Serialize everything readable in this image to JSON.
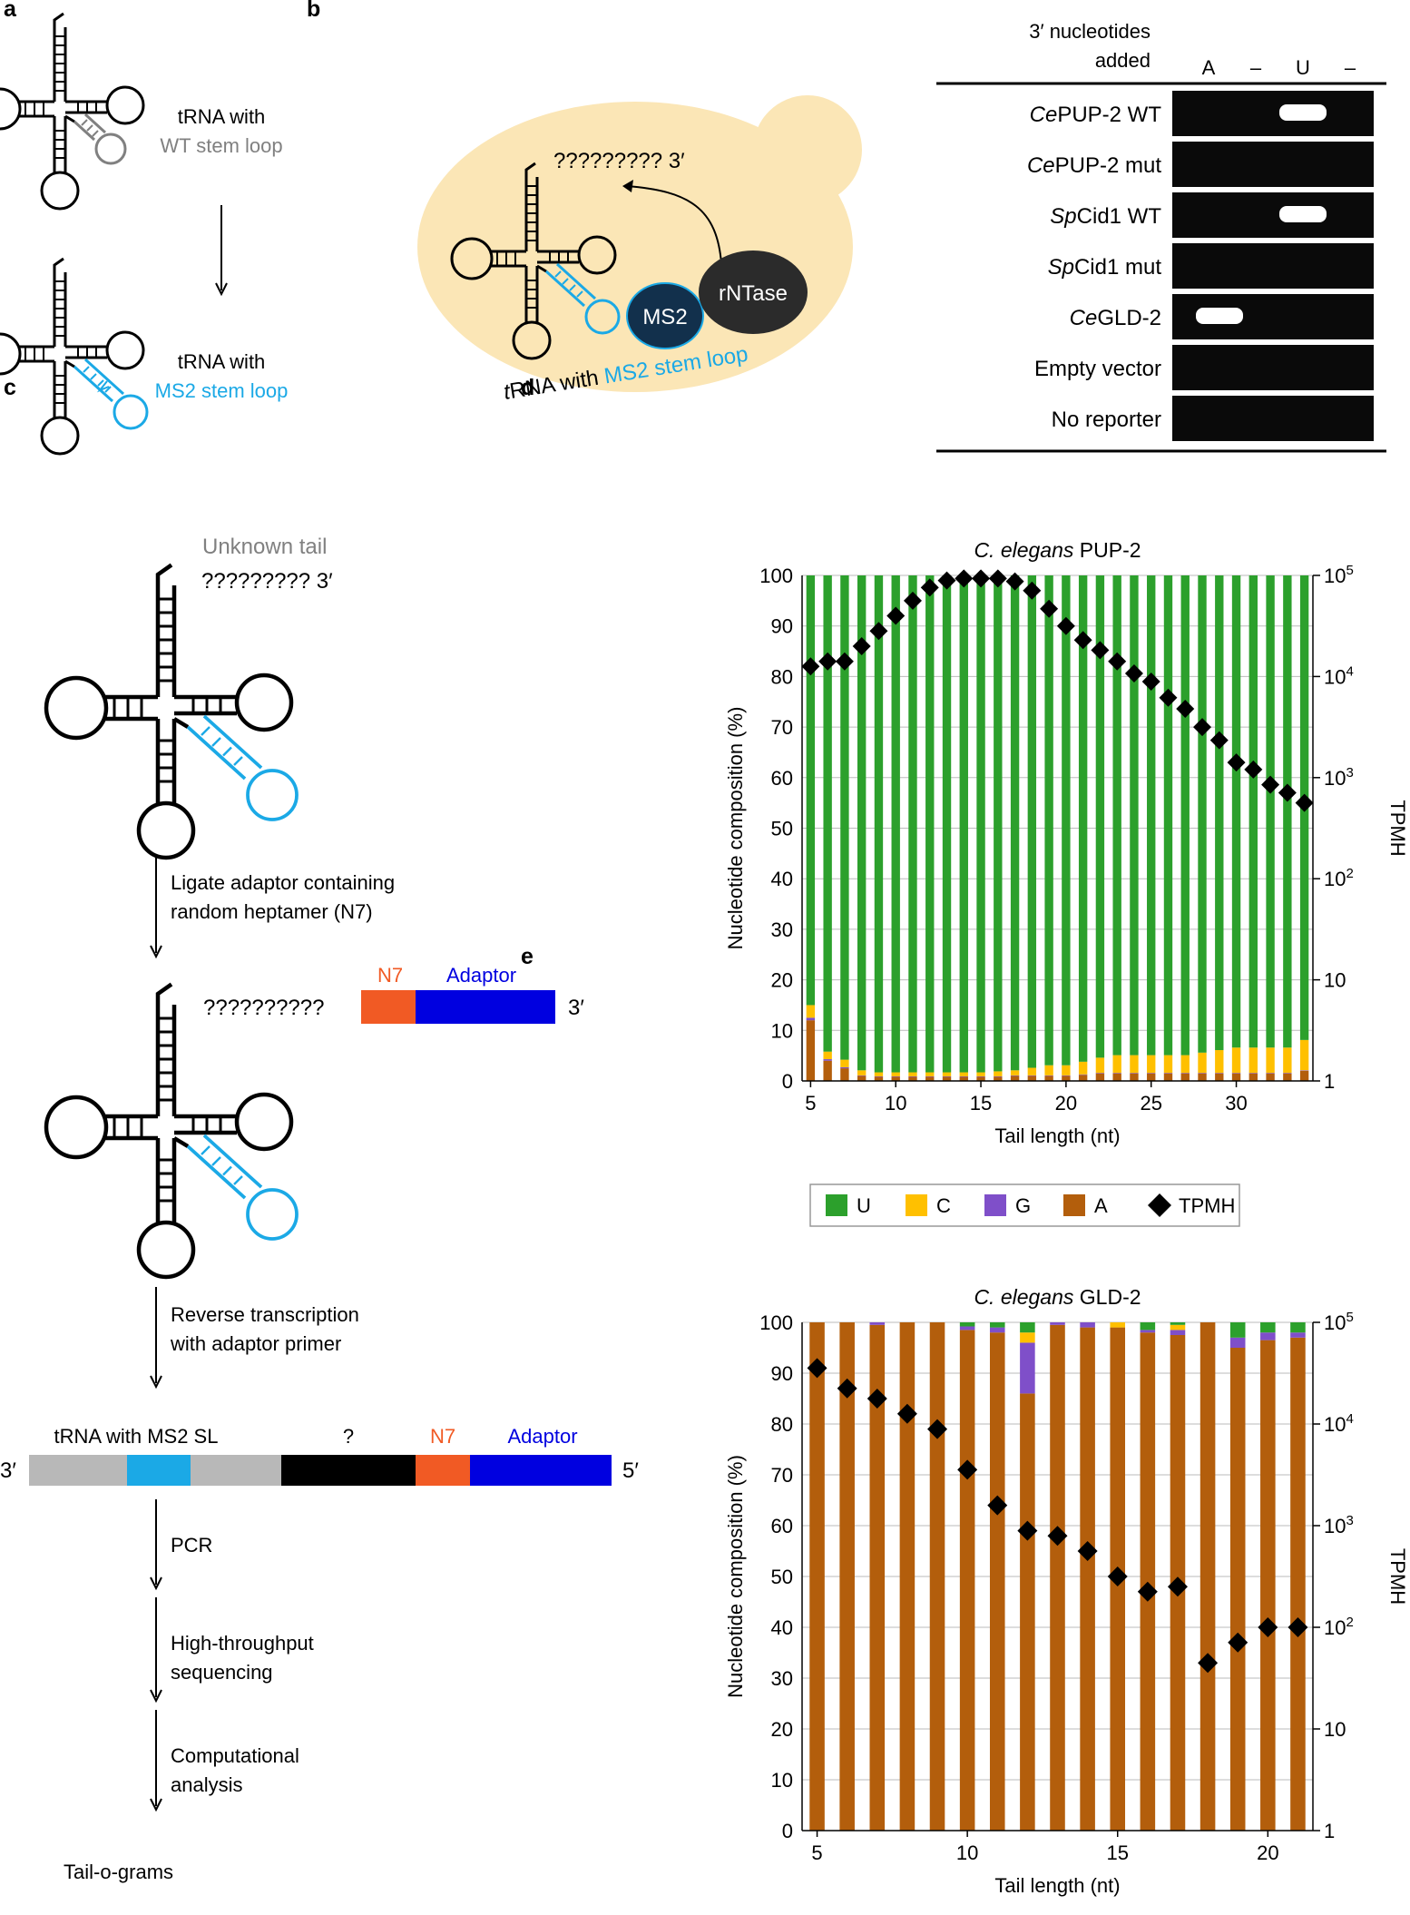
{
  "panels": {
    "a": "a",
    "b": "b",
    "c": "c",
    "d": "d",
    "e": "e"
  },
  "panel_a": {
    "top_label_1": "tRNA with",
    "top_label_2": "WT stem loop",
    "bottom_label_1": "tRNA with",
    "bottom_label_2": "MS2 stem loop"
  },
  "panel_b": {
    "tail_text": "????????? 3′",
    "ms2_label": "MS2",
    "enzyme_label": "rNTase",
    "trna_label_1": "tRNA with",
    "trna_label_2": "MS2 stem loop",
    "header_1": "3′ nucleotides",
    "header_2": "added",
    "columns": [
      "A",
      "–",
      "U",
      "–"
    ],
    "rows": [
      {
        "prefix": "Ce",
        "name": "PUP-2 WT",
        "band": 2
      },
      {
        "prefix": "Ce",
        "name": "PUP-2 mut",
        "band": -1
      },
      {
        "prefix": "Sp",
        "name": "Cid1 WT",
        "band": 2
      },
      {
        "prefix": "Sp",
        "name": "Cid1 mut",
        "band": -1
      },
      {
        "prefix": "Ce",
        "name": "GLD-2",
        "band": 0
      },
      {
        "prefix": "",
        "name": "Empty vector",
        "band": -1
      },
      {
        "prefix": "",
        "name": "No reporter",
        "band": -1
      }
    ]
  },
  "panel_c": {
    "unknown_tail": "Unknown tail",
    "tail_q": "????????? 3′",
    "step1_1": "Ligate adaptor containing",
    "step1_2": "random heptamer (N7)",
    "tail_q2": "??????????",
    "n7": "N7",
    "adaptor": "Adaptor",
    "three_prime": "3′",
    "step2_1": "Reverse transcription",
    "step2_2": "with adaptor primer",
    "bar_3p": "3′",
    "bar_5p": "5′",
    "bar_trna": "tRNA with MS2 SL",
    "bar_q": "?",
    "bar_n7": "N7",
    "bar_adaptor": "Adaptor",
    "step3": "PCR",
    "step4_1": "High-throughput",
    "step4_2": "sequencing",
    "step5_1": "Computational",
    "step5_2": "analysis",
    "final": "Tail-o-grams"
  },
  "colors": {
    "U": "#2ca02c",
    "C": "#ffc000",
    "G": "#7f4fc9",
    "A": "#b35e0c",
    "ms2": "#1ba9e6",
    "n7": "#f15a24",
    "adaptor": "#0000e0",
    "yeast": "#fbe6b6",
    "gray": "#808080"
  },
  "legend": [
    {
      "key": "U",
      "label": "U"
    },
    {
      "key": "C",
      "label": "C"
    },
    {
      "key": "G",
      "label": "G"
    },
    {
      "key": "A",
      "label": "A"
    },
    {
      "key": "TPMH",
      "label": "TPMH"
    }
  ],
  "chart_data": [
    {
      "type": "bar",
      "panel": "d",
      "title_italic": "C. elegans",
      "title_rest": " PUP-2",
      "xlabel": "Tail length (nt)",
      "ylabel": "Nucleotide composition (%)",
      "y2label": "TPMH",
      "ylim": [
        0,
        100
      ],
      "y2lim_log10": [
        0,
        5
      ],
      "yticks": [
        "0",
        "10",
        "20",
        "30",
        "40",
        "50",
        "60",
        "70",
        "80",
        "90",
        "100"
      ],
      "y2ticks": [
        "1",
        "10",
        "10^2",
        "10^3",
        "10^4",
        "10^5"
      ],
      "xticks": [
        5,
        10,
        15,
        20,
        25,
        30
      ],
      "x": [
        5,
        6,
        7,
        8,
        9,
        10,
        11,
        12,
        13,
        14,
        15,
        16,
        17,
        18,
        19,
        20,
        21,
        22,
        23,
        24,
        25,
        26,
        27,
        28,
        29,
        30,
        31,
        32,
        33,
        34
      ],
      "series": [
        {
          "name": "A",
          "values": [
            12,
            4,
            2.5,
            1,
            0.8,
            0.8,
            0.8,
            0.8,
            0.8,
            0.8,
            0.8,
            0.8,
            1,
            1,
            1,
            1,
            1.2,
            1.5,
            1.5,
            1.5,
            1.5,
            1.5,
            1.5,
            1.5,
            1.5,
            1.5,
            1.5,
            1.5,
            1.5,
            2
          ]
        },
        {
          "name": "G",
          "values": [
            0.5,
            0.3,
            0.2,
            0.1,
            0.1,
            0.1,
            0.1,
            0.1,
            0.1,
            0.1,
            0.1,
            0.1,
            0.1,
            0.1,
            0.1,
            0.1,
            0.1,
            0.1,
            0.1,
            0.1,
            0.1,
            0.1,
            0.1,
            0.1,
            0.1,
            0.1,
            0.1,
            0.1,
            0.1,
            0.1
          ]
        },
        {
          "name": "C",
          "values": [
            2.5,
            1.5,
            1.5,
            1,
            0.8,
            0.8,
            0.8,
            0.8,
            0.8,
            0.8,
            0.8,
            1,
            1,
            1.5,
            2,
            2,
            2.5,
            3,
            3.5,
            3.5,
            3.5,
            3.5,
            3.5,
            4,
            4.5,
            5,
            5,
            5,
            5,
            6
          ]
        },
        {
          "name": "U",
          "values": [
            85,
            94.2,
            95.8,
            97.9,
            98.3,
            98.3,
            98.3,
            98.3,
            98.3,
            98.3,
            98.3,
            98.1,
            97.9,
            97.4,
            96.9,
            96.9,
            96.2,
            95.4,
            94.9,
            94.9,
            94.9,
            94.9,
            94.9,
            94.4,
            93.9,
            93.4,
            93.4,
            93.4,
            93.4,
            91.9
          ]
        },
        {
          "name": "TPMH",
          "log10_values": [
            4.1,
            4.15,
            4.15,
            4.3,
            4.45,
            4.6,
            4.75,
            4.88,
            4.95,
            4.97,
            4.97,
            4.97,
            4.94,
            4.85,
            4.67,
            4.5,
            4.36,
            4.26,
            4.15,
            4.03,
            3.95,
            3.79,
            3.68,
            3.5,
            3.37,
            3.15,
            3.08,
            2.93,
            2.85,
            2.75
          ]
        }
      ]
    },
    {
      "type": "bar",
      "panel": "e",
      "title_italic": "C. elegans",
      "title_rest": " GLD-2",
      "xlabel": "Tail length (nt)",
      "ylabel": "Nucleotide composition (%)",
      "y2label": "TPMH",
      "ylim": [
        0,
        100
      ],
      "y2lim_log10": [
        0,
        5
      ],
      "yticks": [
        "0",
        "10",
        "20",
        "30",
        "40",
        "50",
        "60",
        "70",
        "80",
        "90",
        "100"
      ],
      "y2ticks": [
        "1",
        "10",
        "10^2",
        "10^3",
        "10^4",
        "10^5"
      ],
      "xticks": [
        5,
        10,
        15,
        20
      ],
      "x": [
        5,
        6,
        7,
        8,
        9,
        10,
        11,
        12,
        13,
        14,
        15,
        16,
        17,
        18,
        19,
        20,
        21
      ],
      "series": [
        {
          "name": "A",
          "values": [
            100,
            100,
            99.5,
            100,
            100,
            98.5,
            98,
            86,
            99.5,
            99,
            99,
            98,
            97.5,
            100,
            95,
            96.5,
            97
          ]
        },
        {
          "name": "G",
          "values": [
            0,
            0,
            0.5,
            0,
            0,
            0.7,
            1,
            10,
            0.5,
            1,
            0,
            0.5,
            1,
            0,
            2,
            1.5,
            1
          ]
        },
        {
          "name": "C",
          "values": [
            0,
            0,
            0,
            0,
            0,
            0,
            0,
            2,
            0,
            0,
            1,
            0,
            1,
            0,
            0,
            0,
            0
          ]
        },
        {
          "name": "U",
          "values": [
            0,
            0,
            0,
            0,
            0,
            0.8,
            1,
            2,
            0,
            0,
            0,
            1.5,
            0.5,
            0,
            3,
            2,
            2
          ]
        },
        {
          "name": "TPMH",
          "log10_values": [
            4.55,
            4.35,
            4.25,
            4.1,
            3.95,
            3.55,
            3.2,
            2.95,
            2.9,
            2.75,
            2.5,
            2.35,
            2.4,
            1.65,
            1.85,
            2,
            2
          ]
        }
      ]
    }
  ]
}
